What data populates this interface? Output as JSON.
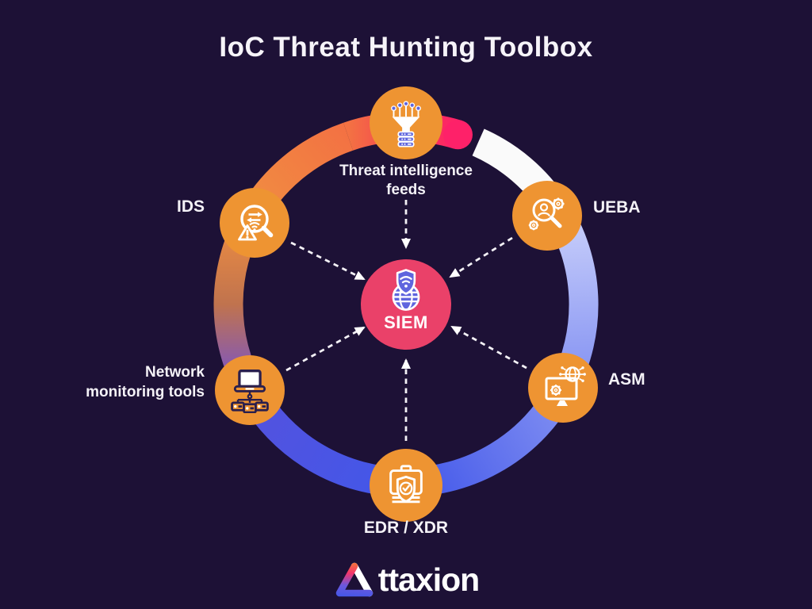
{
  "title": "IoC Threat Hunting Toolbox",
  "center": {
    "label": "SIEM",
    "icon": "globe-shield-wifi-icon"
  },
  "nodes": [
    {
      "id": "threat-intel",
      "label": "Threat intelligence feeds",
      "icon": "funnel-database-icon",
      "position": "top"
    },
    {
      "id": "ueba",
      "label": "UEBA",
      "icon": "user-magnifier-gears-icon",
      "position": "top-right"
    },
    {
      "id": "asm",
      "label": "ASM",
      "icon": "monitor-globe-gear-icon",
      "position": "right"
    },
    {
      "id": "edr",
      "label": "EDR / XDR",
      "icon": "device-shield-check-icon",
      "position": "bottom"
    },
    {
      "id": "network",
      "label": "Network monitoring tools",
      "icon": "laptop-network-devices-icon",
      "position": "left"
    },
    {
      "id": "ids",
      "label": "IDS",
      "icon": "magnifier-traffic-alert-icon",
      "position": "top-left"
    }
  ],
  "logo": {
    "brand": "Attaxion",
    "wordmark_text": "ttaxion"
  },
  "colors": {
    "background": "#1d1136",
    "node_orange": "#EE9432",
    "center_pink": "#EA4169",
    "icon_blue": "#5F65DE",
    "text_white": "#F4F2F7",
    "ring_orange": "#F08E41",
    "ring_red": "#F4504A",
    "ring_pink": "#FE2169",
    "ring_white": "#FAFAFA",
    "ring_lavender": "#CCD2FB",
    "ring_periwinkle": "#8290F2",
    "ring_blue": "#4257E9",
    "ring_purple": "#7150D5"
  }
}
